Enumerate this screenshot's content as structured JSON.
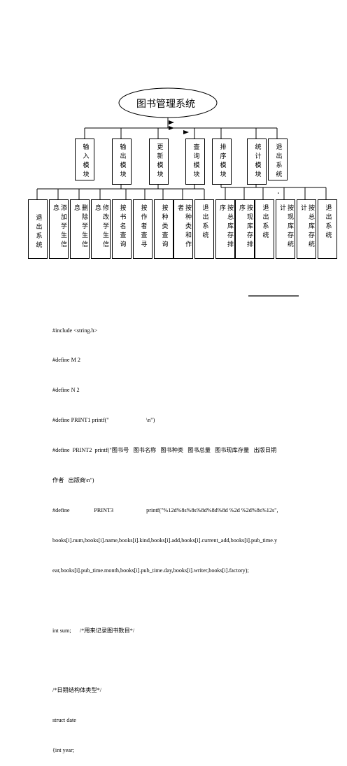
{
  "chart_title": "图书管理系统",
  "modules": [
    {
      "label": "输入模块"
    },
    {
      "label": "输出模块"
    },
    {
      "label": "更新模块"
    },
    {
      "label": "查询模块"
    },
    {
      "label": "排序模块"
    },
    {
      "label": "统计模块"
    },
    {
      "label": "退出系统"
    }
  ],
  "leaves": [
    {
      "label": "退出系统"
    },
    {
      "label": "添加学生信息"
    },
    {
      "label": "删除学生信息"
    },
    {
      "label": "修改学生信息"
    },
    {
      "label": "按书名查询"
    },
    {
      "label": "按作者查寻"
    },
    {
      "label": "按种类查询"
    },
    {
      "label": "按种类和作者"
    },
    {
      "label": "退出系统"
    },
    {
      "label": "按总库存排序"
    },
    {
      "label": "按现库存排序"
    },
    {
      "label": "退出系统"
    },
    {
      "label": "按现库存统计"
    },
    {
      "label": "按总库存统计"
    },
    {
      "label": "退出系统"
    }
  ],
  "code_lines": [
    "#include <string.h>",
    "#define M 2",
    "#define N 2",
    "#define PRINT1 printf(\"                          \\n\")",
    "#define  PRINT2  printf(\"图书号   图书名称   图书种类   图书总量   图书现库存量   出版日期",
    "作者   出版商\\n\")",
    "#define                 PRINT3                       printf(\"%12d%8s%8s%8d%8d%8d %2d %2d%8s%12s\",",
    "books[i].num,books[i].name,books[i].kind,books[i].add,books[i].current_add,books[i].pub_time.y",
    "ear,books[i].pub_time.month,books[i].pub_time.day,books[i].writer,books[i].factory);",
    "",
    "int sum;      /*用来记录图书数目*/",
    "",
    "/*日期结构体类型*/",
    "struct date",
    "{int year;"
  ]
}
